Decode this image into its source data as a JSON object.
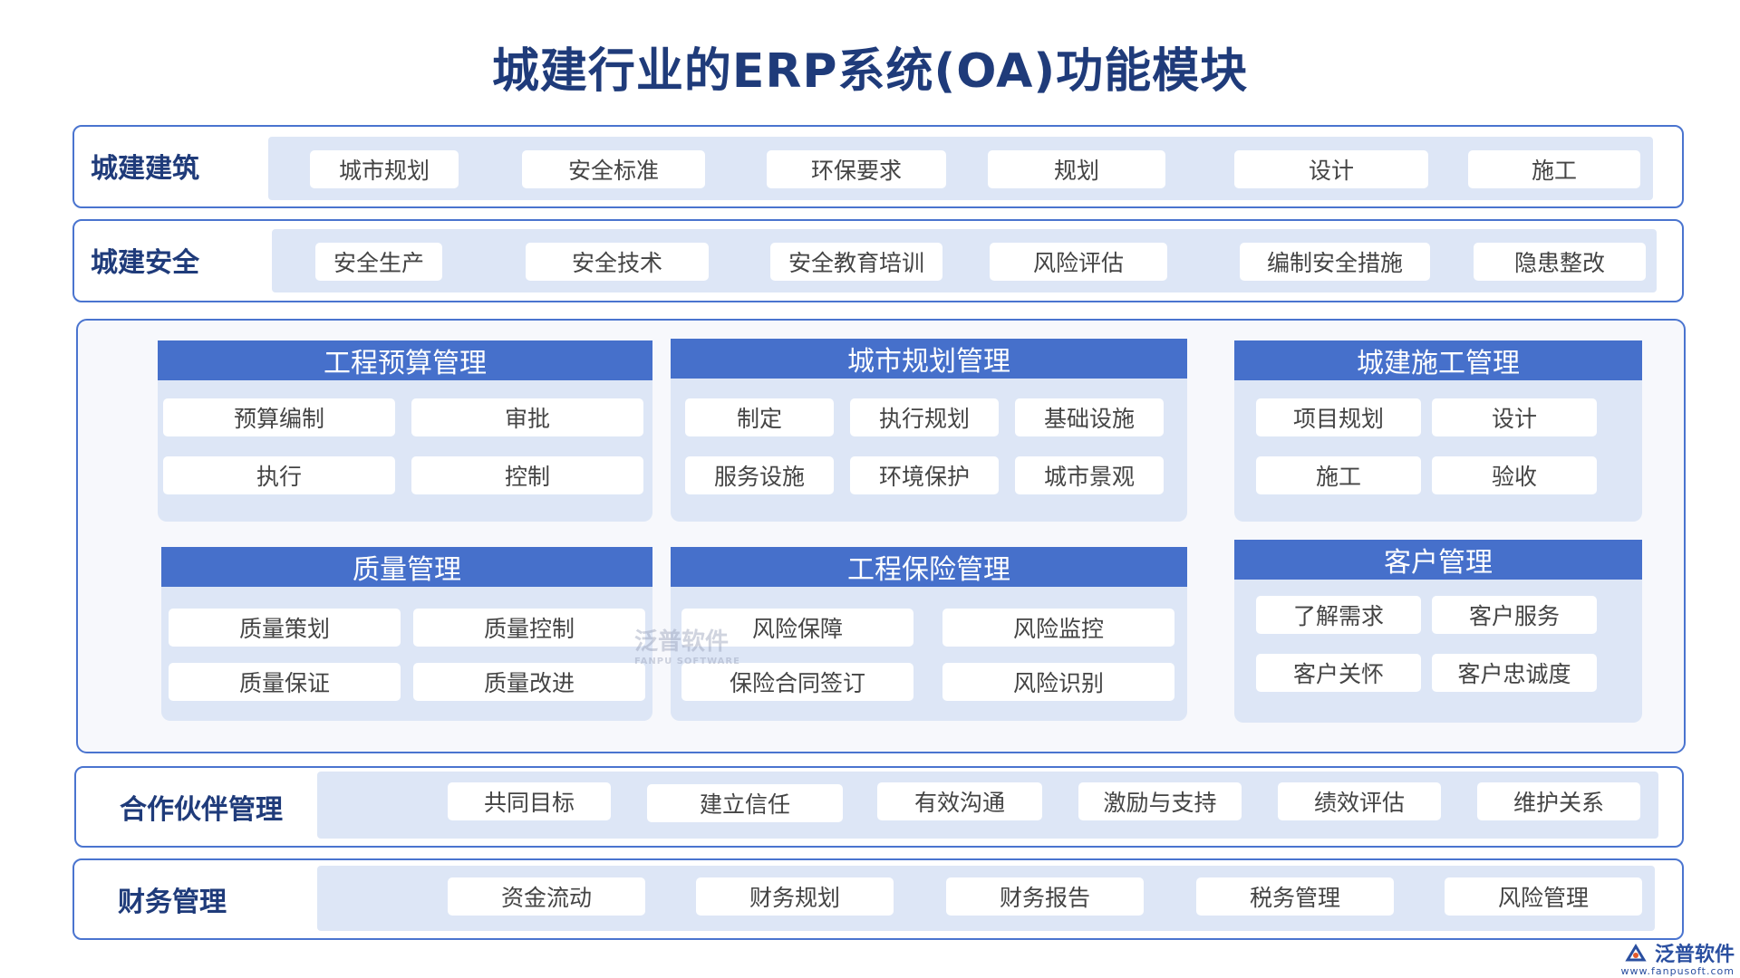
{
  "title": "城建行业的ERP系统(OA)功能模块",
  "rows": {
    "row1": {
      "label": "城建建筑",
      "items": [
        "城市规划",
        "安全标准",
        "环保要求",
        "规划",
        "设计",
        "施工"
      ]
    },
    "row2": {
      "label": "城建安全",
      "items": [
        "安全生产",
        "安全技术",
        "安全教育培训",
        "风险评估",
        "编制安全措施",
        "隐患整改"
      ]
    },
    "row3": {
      "label": "合作伙伴管理",
      "items": [
        "共同目标",
        "建立信任",
        "有效沟通",
        "激励与支持",
        "绩效评估",
        "维护关系"
      ]
    },
    "row4": {
      "label": "财务管理",
      "items": [
        "资金流动",
        "财务规划",
        "财务报告",
        "税务管理",
        "风险管理"
      ]
    }
  },
  "modules": {
    "budget": {
      "title": "工程预算管理",
      "items": [
        "预算编制",
        "审批",
        "执行",
        "控制"
      ]
    },
    "planning": {
      "title": "城市规划管理",
      "items": [
        "制定",
        "执行规划",
        "基础设施",
        "服务设施",
        "环境保护",
        "城市景观"
      ]
    },
    "construction": {
      "title": "城建施工管理",
      "items": [
        "项目规划",
        "设计",
        "施工",
        "验收"
      ]
    },
    "quality": {
      "title": "质量管理",
      "items": [
        "质量策划",
        "质量控制",
        "质量保证",
        "质量改进"
      ]
    },
    "insurance": {
      "title": "工程保险管理",
      "items": [
        "风险保障",
        "风险监控",
        "保险合同签订",
        "风险识别"
      ]
    },
    "customer": {
      "title": "客户管理",
      "items": [
        "了解需求",
        "客户服务",
        "客户关怀",
        "客户忠诚度"
      ]
    }
  },
  "watermark": {
    "name": "泛普软件",
    "sub": "FANPU SOFTWARE"
  },
  "footer": {
    "brand": "泛普软件",
    "url": "www.fanpusoft.com"
  },
  "colors": {
    "header": "#4670cb",
    "border": "#4a74cf",
    "title": "#1f3b7a",
    "inner": "#dde6f6"
  },
  "icons": [
    "fanpu-logo-icon"
  ]
}
